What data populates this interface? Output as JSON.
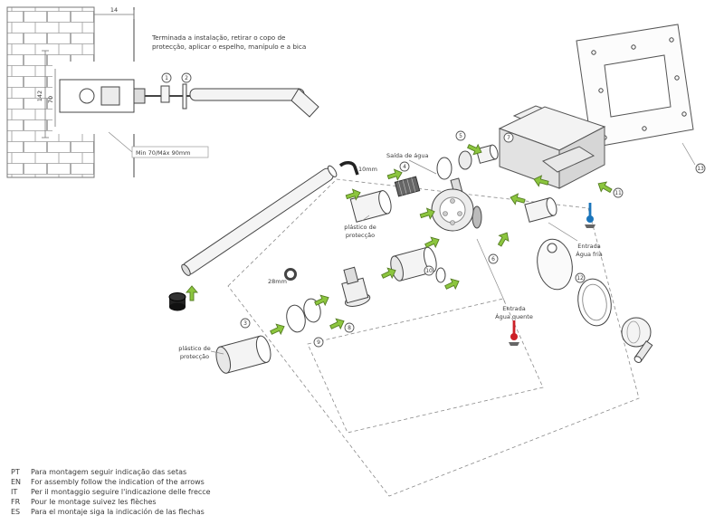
{
  "diagram": {
    "instruction": {
      "line1": "Terminada a instalação,  retirar o copo de",
      "line2": "protecção, aplicar o espelho, manípulo e a bica"
    },
    "dimensions": {
      "wall_thickness": "14",
      "height": "142",
      "depth": "70",
      "range": "Min 70/Máx 90mm",
      "pipe": "10mm",
      "ring": "28mm"
    },
    "labels": {
      "water_outlet": "Saída de água",
      "protective_plastic_line1": "plástico de",
      "protective_plastic_line2": "protecção",
      "cold_line1": "Entrada",
      "cold_line2": "Água fria",
      "hot_line1": "Entrada",
      "hot_line2": "Água quente"
    },
    "callouts": [
      {
        "n": "1"
      },
      {
        "n": "2"
      },
      {
        "n": "3"
      },
      {
        "n": "4"
      },
      {
        "n": "5"
      },
      {
        "n": "6"
      },
      {
        "n": "7"
      },
      {
        "n": "8"
      },
      {
        "n": "9"
      },
      {
        "n": "10"
      },
      {
        "n": "11"
      },
      {
        "n": "12"
      },
      {
        "n": "13"
      }
    ]
  },
  "legend": {
    "items": [
      {
        "code": "PT",
        "text": "Para montagem seguir indicação das setas"
      },
      {
        "code": "EN",
        "text": "For assembly follow the indication of the arrows"
      },
      {
        "code": "IT",
        "text": "Per il montaggio seguire l'indicazione delle frecce"
      },
      {
        "code": "FR",
        "text": "Pour le montage suivez les flèches"
      },
      {
        "code": "ES",
        "text": "Para el montaje siga la indicación de las flechas"
      }
    ]
  },
  "colors": {
    "arrow_green": "#8CC63E",
    "arrow_green_dark": "#567d24",
    "legend_green": "#9aca3c",
    "hot_red": "#cc2027",
    "cold_blue": "#1b75bb"
  }
}
